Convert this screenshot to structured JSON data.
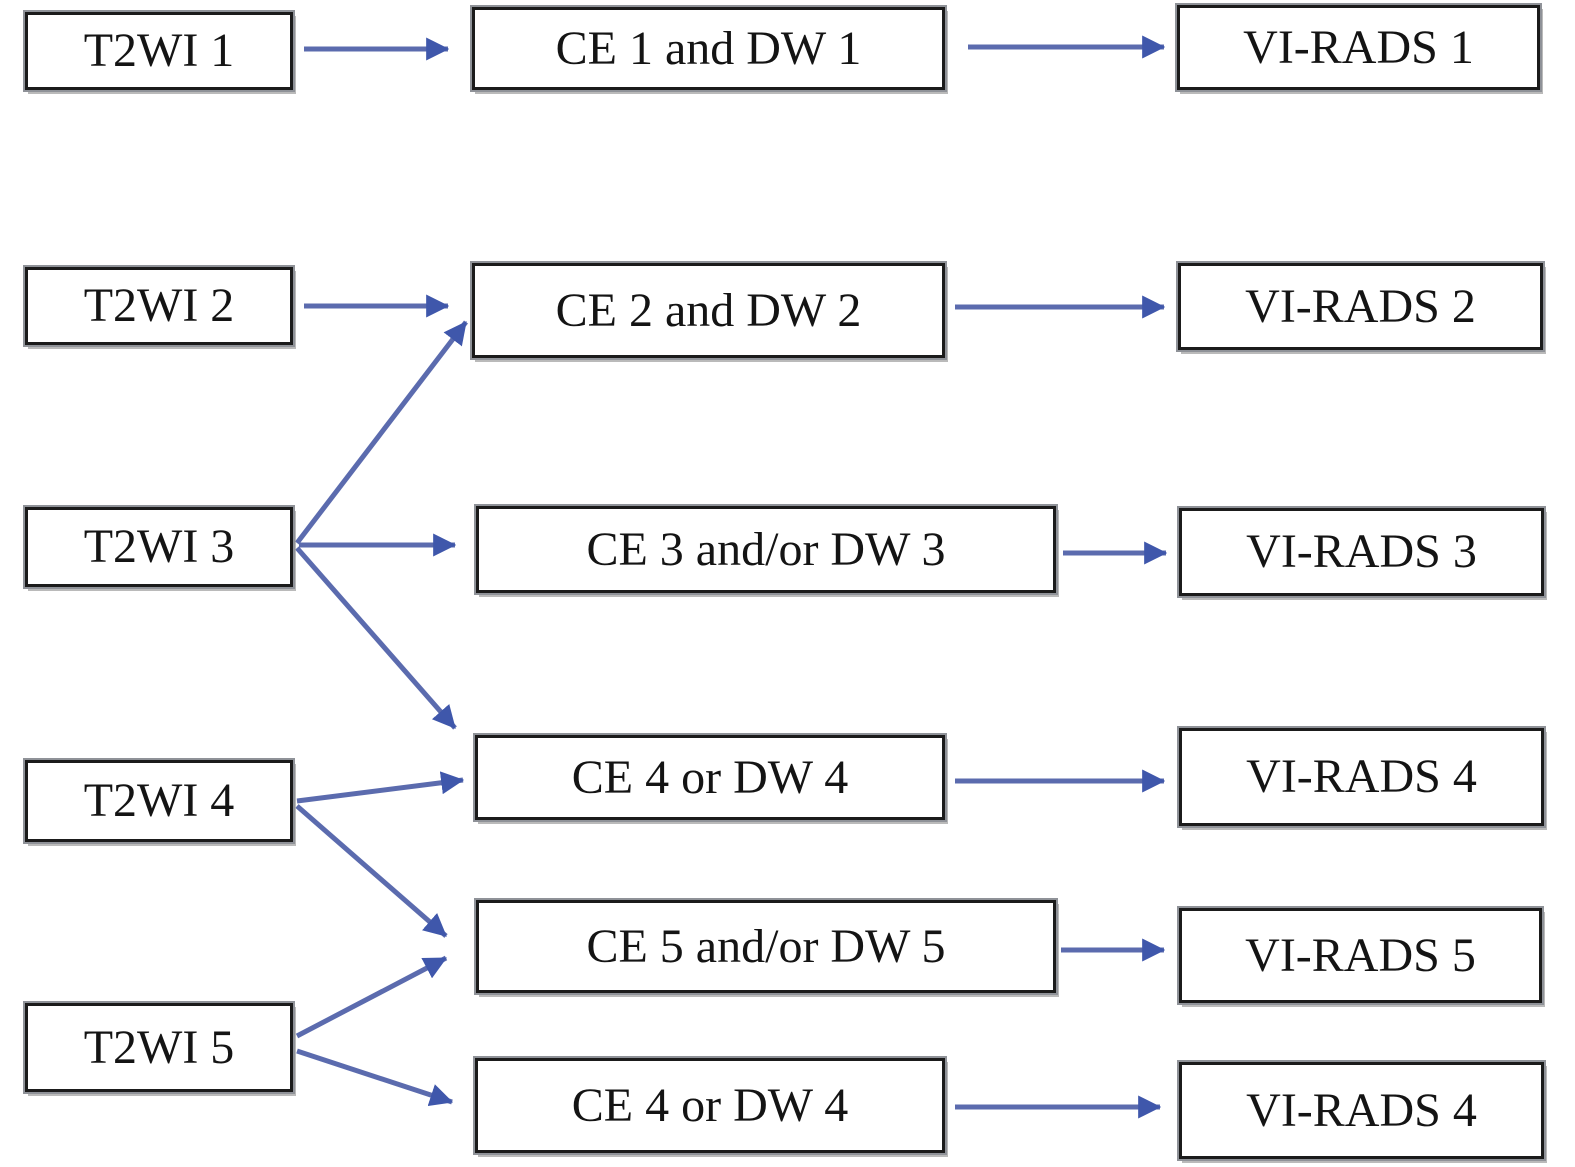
{
  "figure": {
    "type": "flowchart",
    "description": "VI-RADS scoring flow diagram linking T2WI category scores with contrast-enhanced (CE) and diffusion-weighted (DW) category scores to final VI-RADS scores",
    "background_color": "#ffffff",
    "box_fill_color": "#ffffff",
    "box_border_color": "#1b1b1b",
    "box_outer_shadow_color": "#8f9298",
    "arrow_line_color": "#5b6bae",
    "arrow_head_color": "#3f57ab",
    "text_color": "#141414"
  },
  "nodes": {
    "t2wi_1": {
      "label": "T2WI 1"
    },
    "t2wi_2": {
      "label": "T2WI 2"
    },
    "t2wi_3": {
      "label": "T2WI 3"
    },
    "t2wi_4": {
      "label": "T2WI 4"
    },
    "t2wi_5": {
      "label": "T2WI 5"
    },
    "ce_1": {
      "label": "CE 1 and DW 1"
    },
    "ce_2": {
      "label": "CE 2 and DW 2"
    },
    "ce_3": {
      "label": "CE 3 and/or DW 3"
    },
    "ce_4": {
      "label": "CE 4 or DW 4"
    },
    "ce_5": {
      "label": "CE 5 and/or DW 5"
    },
    "ce_4b": {
      "label": "CE 4 or DW 4"
    },
    "vr_1": {
      "label": "VI-RADS 1"
    },
    "vr_2": {
      "label": "VI-RADS 2"
    },
    "vr_3": {
      "label": "VI-RADS 3"
    },
    "vr_4": {
      "label": "VI-RADS 4"
    },
    "vr_5": {
      "label": "VI-RADS 5"
    },
    "vr_4b": {
      "label": "VI-RADS 4"
    }
  },
  "edges": [
    {
      "from": "T2WI 1",
      "to": "CE 1 and DW 1"
    },
    {
      "from": "CE 1 and DW 1",
      "to": "VI-RADS 1"
    },
    {
      "from": "T2WI 2",
      "to": "CE 2 and DW 2"
    },
    {
      "from": "CE 2 and DW 2",
      "to": "VI-RADS 2"
    },
    {
      "from": "T2WI 3",
      "to": "CE 2 and DW 2"
    },
    {
      "from": "T2WI 3",
      "to": "CE 3 and/or DW 3"
    },
    {
      "from": "CE 3 and/or DW 3",
      "to": "VI-RADS 3"
    },
    {
      "from": "T2WI 3",
      "to": "CE 4 or DW 4"
    },
    {
      "from": "T2WI 4",
      "to": "CE 4 or DW 4"
    },
    {
      "from": "CE 4 or DW 4",
      "to": "VI-RADS 4"
    },
    {
      "from": "T2WI 4",
      "to": "CE 5 and/or DW 5"
    },
    {
      "from": "T2WI 5",
      "to": "CE 5 and/or DW 5"
    },
    {
      "from": "CE 5 and/or DW 5",
      "to": "VI-RADS 5"
    },
    {
      "from": "T2WI 5",
      "to": "CE 4 or DW 4 (bottom)"
    },
    {
      "from": "CE 4 or DW 4 (bottom)",
      "to": "VI-RADS 4 (bottom)"
    }
  ]
}
